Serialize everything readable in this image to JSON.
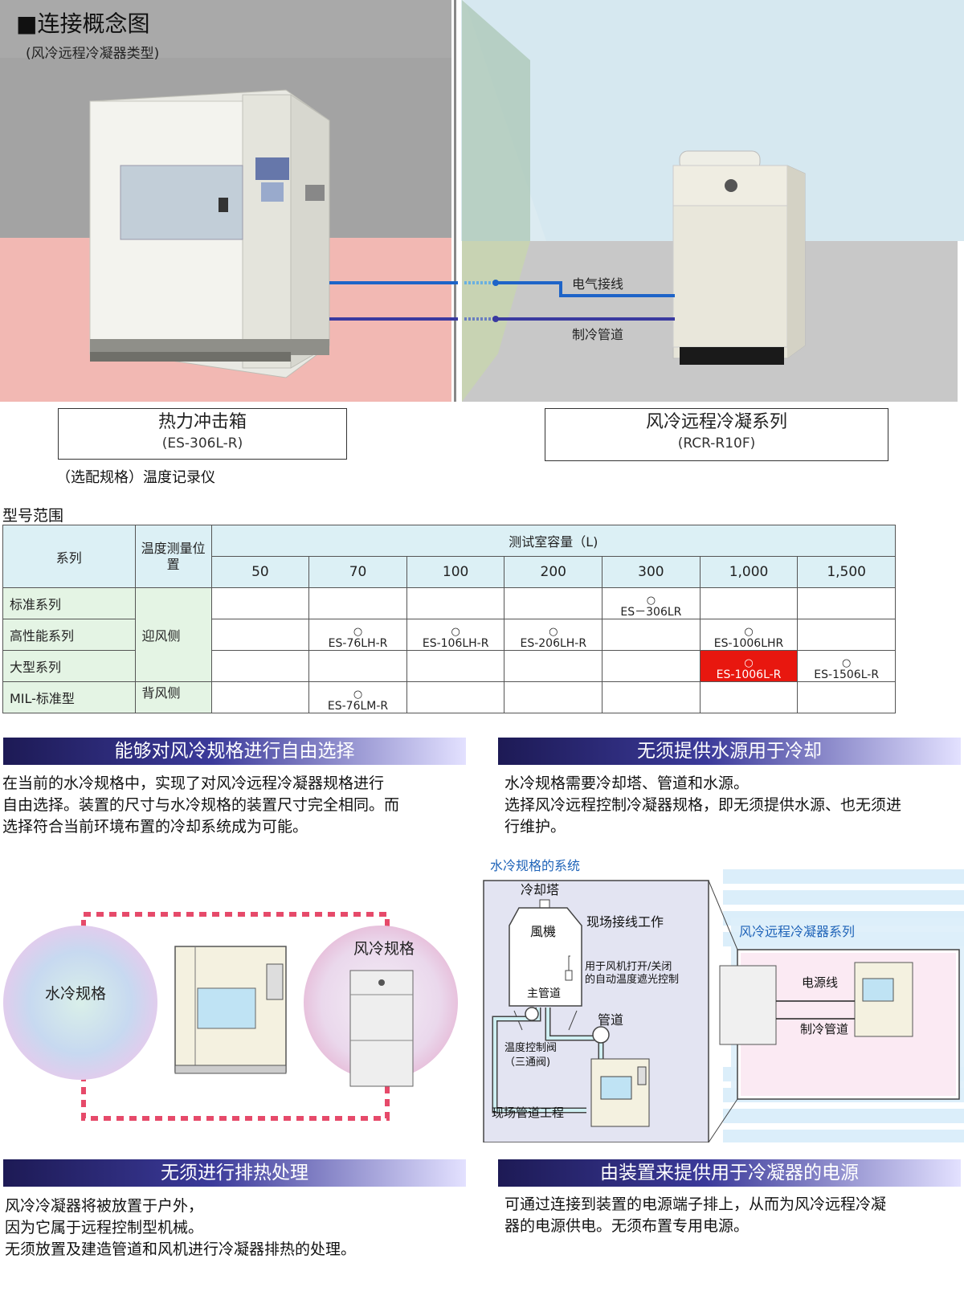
{
  "header": {
    "title": "■连接概念图",
    "subtitle": "(风冷远程冷凝器类型)"
  },
  "scene": {
    "electric_label": "电气接线",
    "refrig_label": "制冷管道",
    "left_box": {
      "name": "热力冲击箱",
      "model": "(ES-306L-R)"
    },
    "option_note": "（选配规格）温度记录仪",
    "right_box": {
      "name": "风冷远程冷凝系列",
      "model": "(RCR-R10F)"
    }
  },
  "table": {
    "caption": "型号范围",
    "col_series": "系列",
    "col_position": "温度测量位置",
    "col_capacity": "测试室容量（L)",
    "capacities": [
      "50",
      "70",
      "100",
      "200",
      "300",
      "1,000",
      "1,500"
    ],
    "positions": {
      "windward": "迎风侧",
      "leeward": "背风侧"
    },
    "rows": [
      {
        "series": "标准系列",
        "cells": [
          "",
          "",
          "",
          "",
          "○|ES－306LR",
          "",
          ""
        ]
      },
      {
        "series": "高性能系列",
        "cells": [
          "",
          "○|ES-76LH-R",
          "○|ES-106LH-R",
          "○|ES-206LH-R",
          "",
          "○|ES-1006LHR",
          ""
        ]
      },
      {
        "series": "大型系列",
        "cells": [
          "",
          "",
          "",
          "",
          "",
          "○|ES-1006L-R",
          "○|ES-1506L-R"
        ]
      },
      {
        "series": "MIL-标准型",
        "cells": [
          "",
          "○|ES-76LM-R",
          "",
          "",
          "",
          "",
          ""
        ]
      }
    ]
  },
  "sections": {
    "s1_title": "能够对风冷规格进行自由选择",
    "s1_text": [
      "在当前的水冷规格中，实现了对风冷远程冷凝器规格进行",
      "自由选择。装置的尺寸与水冷规格的装置尺寸完全相同。而",
      "选择符合当前环境布置的冷却系统成为可能。"
    ],
    "s2_title": "无须提供水源用于冷却",
    "s2_text": [
      "水冷规格需要冷却塔、管道和水源。",
      "选择风冷远程控制冷凝器规格，即无须提供水源、也无须进",
      "行维护。"
    ],
    "s3_title": "无须进行排热处理",
    "s3_text": [
      "风冷冷凝器将被放置于户外，",
      "因为它属于远程控制型机械。",
      "无须放置及建造管道和风机进行冷凝器排热的处理。"
    ],
    "s4_title": "由装置来提供用于冷凝器的电源",
    "s4_text": [
      "可通过连接到装置的电源端子排上，从而为风冷远程冷凝",
      "器的电源供电。无须布置专用电源。"
    ]
  },
  "illus": {
    "water_cooled": "水冷规格",
    "air_cooled": "风冷规格"
  },
  "diagram": {
    "title": "水冷规格的系统",
    "cooling_tower": "冷却塔",
    "fan": "風機",
    "field_wiring": "现场接线工作",
    "fan_control": [
      "用于风机打开/关闭",
      "的自动温度遮光控制"
    ],
    "main_pipe": "主管道",
    "pipe": "管道",
    "temp_valve": [
      "温度控制阀",
      "（三通阀)"
    ],
    "field_piping": "现场管道工程",
    "air_series": "风冷远程冷凝器系列",
    "power_line": "电源线",
    "refrig_pipe": "制冷管道"
  }
}
